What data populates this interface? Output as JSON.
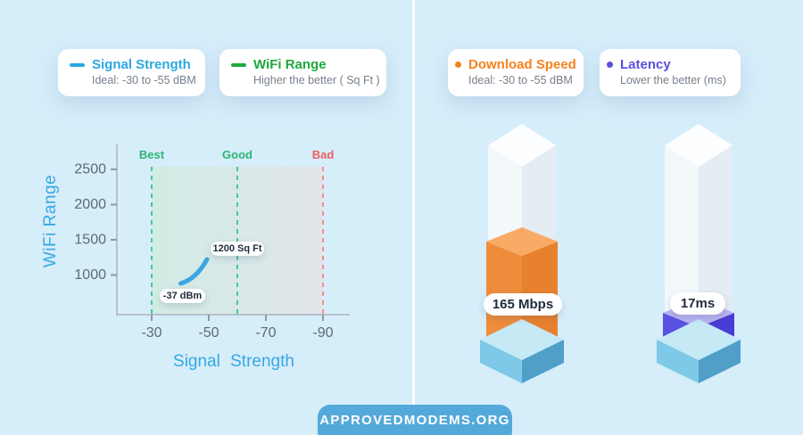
{
  "page": {
    "background": "#d6edfa",
    "badge_text": "APPROVEDMODEMS.ORG",
    "badge_color": "#54a9db"
  },
  "legend": {
    "signal": {
      "title": "Signal Strength",
      "subtitle": "Ideal: -30 to -55 dBM",
      "color": "#2aa9e0",
      "marker": "dash"
    },
    "wifi": {
      "title": "WiFi Range",
      "subtitle": "Higher the better ( Sq Ft )",
      "color": "#1fa83d",
      "marker": "dash"
    },
    "download": {
      "title": "Download Speed",
      "subtitle": "Ideal: -30 to -55 dBM",
      "color": "#f6821f",
      "marker": "dot"
    },
    "latency": {
      "title": "Latency",
      "subtitle": "Lower the better (ms)",
      "color": "#5a50e0",
      "marker": "dot"
    }
  },
  "chart": {
    "y_label": "WiFi Range",
    "x_label": "Signal Strength",
    "y_ticks": [
      "2500",
      "2000",
      "1500",
      "1000"
    ],
    "x_ticks": [
      "-30",
      "-50",
      "-70",
      "-90"
    ],
    "zones": [
      {
        "label": "Best",
        "color": "#2cb573"
      },
      {
        "label": "Good",
        "color": "#2cb573"
      },
      {
        "label": "Bad",
        "color": "#ef5f5f"
      }
    ],
    "annotations": {
      "range": "1200 Sq Ft",
      "signal": "-37 dBm"
    }
  },
  "bars": {
    "download_value": "165 Mbps",
    "latency_value": "17ms"
  },
  "chart_data": [
    {
      "type": "line",
      "title": "WiFi Range vs Signal Strength",
      "xlabel": "Signal Strength",
      "ylabel": "WiFi Range",
      "x_ticks": [
        -30,
        -50,
        -70,
        -90
      ],
      "x_axis_reversed": true,
      "y_ticks": [
        1000,
        1500,
        2000,
        2500
      ],
      "ylim": [
        500,
        2700
      ],
      "grid": false,
      "zones": [
        {
          "label": "Best",
          "x": -30,
          "color": "#4ac98f"
        },
        {
          "label": "Good",
          "x": -60,
          "color": "#4ac98f"
        },
        {
          "label": "Bad",
          "x": -90,
          "color": "#f28f8f"
        }
      ],
      "series": [
        {
          "name": "Signal Strength",
          "color": "#3aa7e0",
          "points": [
            [
              -40,
              930
            ],
            [
              -44,
              1000
            ],
            [
              -47,
              1090
            ],
            [
              -50,
              1200
            ]
          ]
        }
      ],
      "annotations": [
        {
          "text": "-37 dBm",
          "attached_to": "curve start"
        },
        {
          "text": "1200 Sq Ft",
          "attached_to": "curve end"
        }
      ]
    },
    {
      "type": "bar",
      "categories": [
        "Download Speed",
        "Latency"
      ],
      "values": [
        165,
        17
      ],
      "units": [
        "Mbps",
        "ms"
      ],
      "labels": [
        "165 Mbps",
        "17ms"
      ],
      "fill_fraction": [
        0.56,
        0.26
      ],
      "colors": [
        "#ef8c3c",
        "#5a50e2"
      ],
      "legend_position": "top"
    }
  ]
}
